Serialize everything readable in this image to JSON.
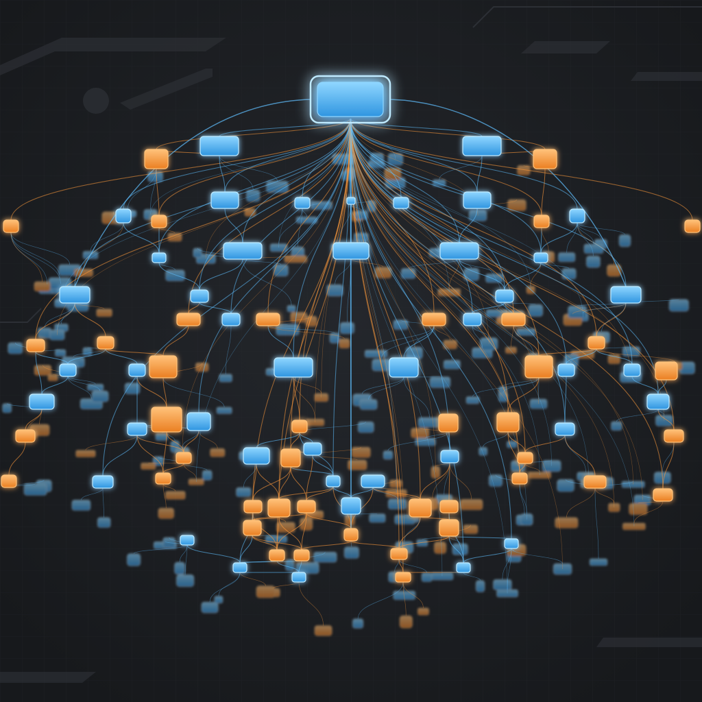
{
  "diagram": {
    "kind": "hierarchical network graph",
    "labels_visible": false,
    "colors": {
      "background": "#1e2024",
      "background_deep": "#17191c",
      "grid": "#2a2d33",
      "node_blue_fill": "#3aa8ee",
      "node_blue_light": "#8fd6ff",
      "node_blue_stroke": "#bfeaff",
      "node_orange_fill": "#f39a3c",
      "node_orange_light": "#ffc27a",
      "link_blue": "#5fbfff",
      "link_orange": "#ff9a3c",
      "decor": "#2c2f35"
    },
    "node_colors": [
      "blue",
      "orange"
    ]
  }
}
